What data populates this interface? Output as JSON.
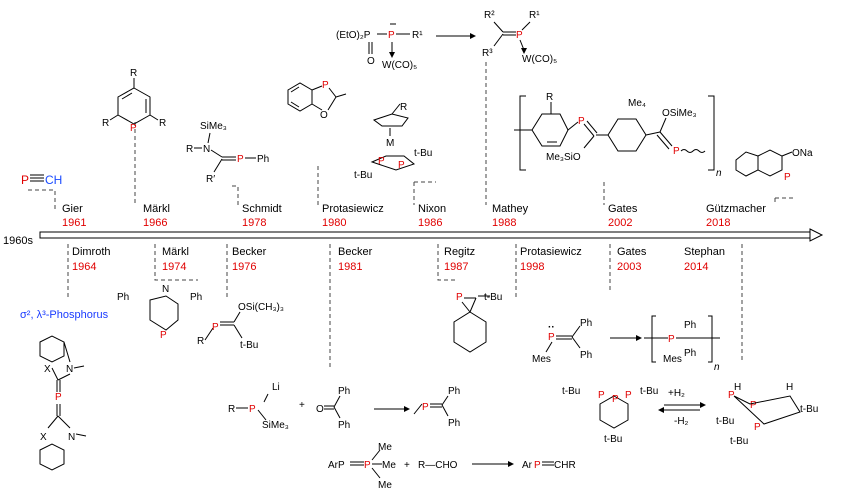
{
  "title": "",
  "era_label": "1960s",
  "milestones_top": [
    {
      "name": "Gier",
      "year": "1961"
    },
    {
      "name": "Märkl",
      "year": "1966"
    },
    {
      "name": "Schmidt",
      "year": "1978"
    },
    {
      "name": "Protasiewicz",
      "year": "1980"
    },
    {
      "name": "Nixon",
      "year": "1986"
    },
    {
      "name": "Mathey",
      "year": "1988"
    },
    {
      "name": "Gates",
      "year": "2002"
    },
    {
      "name": "Gützmacher",
      "year": "2018"
    }
  ],
  "milestones_bottom": [
    {
      "name": "Dimroth",
      "year": "1964"
    },
    {
      "name": "Märkl",
      "year": "1974"
    },
    {
      "name": "Becker",
      "year": "1976"
    },
    {
      "name": "Becker",
      "year": "1981"
    },
    {
      "name": "Regitz",
      "year": "1987"
    },
    {
      "name": "Protasiewicz",
      "year": "1998"
    },
    {
      "name": "Gates",
      "year": "2003"
    },
    {
      "name": "Stephan",
      "year": "2014"
    }
  ],
  "sigma_label": "σ², λ³-Phosphorus",
  "chem": {
    "hcp": [
      "P",
      "CH"
    ],
    "phosphinine_R": "R",
    "phosphinine_P": "P",
    "amino_sime3": "SiMe₃",
    "amino_R": "R",
    "amino_N": "N",
    "amino_Rp": "R′",
    "amino_P": "P",
    "amino_Ph": "Ph",
    "benzoxaphosphole_P": "P",
    "benzoxaphosphole_O": "O",
    "ferro_R": "R",
    "ferro_M": "M",
    "ferro_tBu1": "t-Bu",
    "ferro_tBu2": "t-Bu",
    "ferro_P": "P",
    "mathey_lhs": "(EtO)₂P",
    "mathey_P": "P",
    "mathey_R1": "R¹",
    "mathey_O": "O",
    "mathey_W": "W(CO)₅",
    "mathey_R2": "R²",
    "mathey_R3": "R³",
    "mathey_Pp": "P",
    "mathey_R1p": "R¹",
    "mathey_Wp": "W(CO)₅",
    "poly_R": "R",
    "poly_P1": "P",
    "poly_Me3SiO": "Me₃SiO",
    "poly_Me4": "Me₄",
    "poly_OSiMe3": "OSiMe₃",
    "poly_P2": "P",
    "poly_n": "n",
    "naph_ONa": "ONa",
    "naph_P": "P",
    "pyr_Ph1": "Ph",
    "pyr_N": "N",
    "pyr_Ph2": "Ph",
    "pyr_P": "P",
    "becker76_R": "R",
    "becker76_P": "P",
    "becker76_OSi": "OSi(CH₃)₃",
    "becker76_tBu": "t-Bu",
    "becker81_Li": "Li",
    "becker81_R": "R",
    "becker81_P": "P",
    "becker81_SiMe3": "SiMe₃",
    "becker81_plus": "+",
    "becker81_O": "O",
    "becker81_Ph1": "Ph",
    "becker81_Ph2": "Ph",
    "becker81_P2": "P",
    "becker81_Ph3": "Ph",
    "becker81_Ph4": "Ph",
    "regitz_P": "P",
    "regitz_tBu": "t-Bu",
    "ylide_ArP": "ArP",
    "ylide_P": "P",
    "ylide_Me1": "Me",
    "ylide_Me2": "Me",
    "ylide_Me3": "Me",
    "ylide_plus": "+",
    "ylide_RCHO": "R—CHO",
    "ylide_ArP2": "Ar",
    "ylide_P2": "P",
    "ylide_CHR": "CHR",
    "mes_P": "P",
    "mes_Ph1": "Ph",
    "mes_Ph2": "Ph",
    "mes_Mes": "Mes",
    "mes_P2": "P",
    "mes_Ph3": "Ph",
    "mes_Ph4": "Ph",
    "mes_Mes2": "Mes",
    "mes_n": "n",
    "triP_tBu1": "t-Bu",
    "triP_tBu2": "t-Bu",
    "triP_tBu3": "t-Bu",
    "triP_P": "P",
    "h2_plus": "+H₂",
    "h2_minus": "-H₂",
    "cage_H1": "H",
    "cage_H2": "H",
    "cage_P": "P",
    "cage_tBu1": "t-Bu",
    "cage_tBu2": "t-Bu",
    "cage_tBu3": "t-Bu",
    "carb_X1": "X",
    "carb_N1": "N",
    "carb_P": "P",
    "carb_X2": "X",
    "carb_N2": "N"
  }
}
